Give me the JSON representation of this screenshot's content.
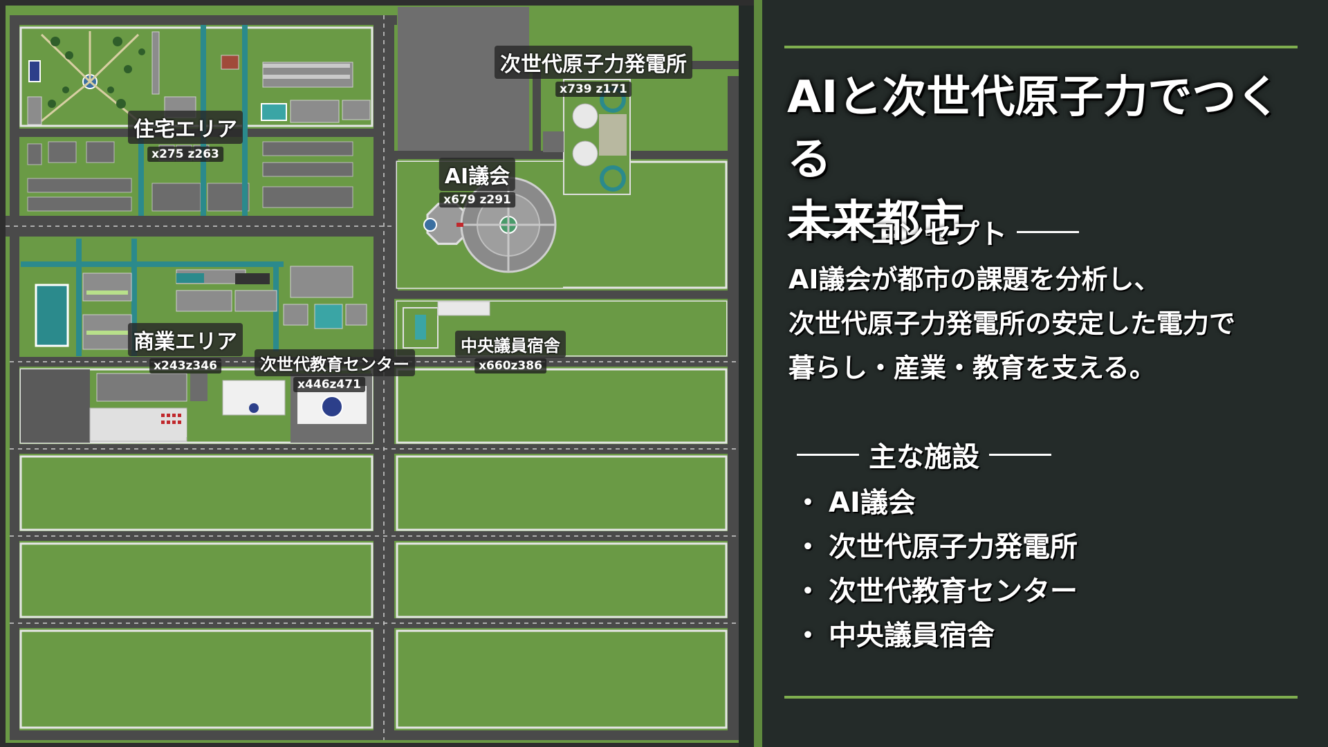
{
  "map": {
    "labels": [
      {
        "name": "residential-area-label",
        "text": "住宅エリア",
        "coord": "x275 z263"
      },
      {
        "name": "nuclear-plant-label",
        "text": "次世代原子力発電所",
        "coord": "x739 z171"
      },
      {
        "name": "ai-council-label",
        "text": "AI議会",
        "coord": "x679 z291"
      },
      {
        "name": "commercial-area-label",
        "text": "商業エリア",
        "coord": "x243z346"
      },
      {
        "name": "education-center-label",
        "text": "次世代教育センター",
        "coord": "x446z471"
      },
      {
        "name": "dormitory-label",
        "text": "中央議員宿舎",
        "coord": "x660z386"
      }
    ],
    "colors": {
      "grass": "#6a9a45",
      "road": "#4a4a4a",
      "water": "#2b8a8c",
      "plaza": "#9a9a9a"
    }
  },
  "panel": {
    "title_lines": [
      "AIと次世代原子力でつくる",
      "未来都市"
    ],
    "concept_heading": "コンセプト",
    "concept_lines": [
      "AI議会が都市の課題を分析し、",
      "次世代原子力発電所の安定した電力で",
      "暮らし・産業・教育を支える。"
    ],
    "facilities_heading": "主な施設",
    "facilities": [
      "AI議会",
      "次世代原子力発電所",
      "次世代教育センター",
      "中央議員宿舎"
    ],
    "bullet": "・",
    "accent_color": "#7fae4f"
  }
}
